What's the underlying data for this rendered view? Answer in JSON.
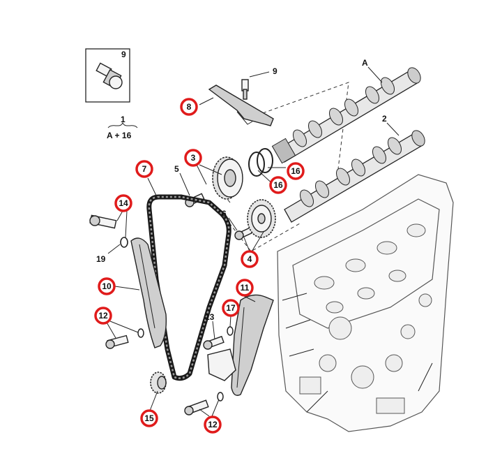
{
  "inset": {
    "label": "9"
  },
  "formula": {
    "number": "1",
    "expression": "A + 16"
  },
  "plain_labels": {
    "bolt_9": "9",
    "camshaft_a": "A",
    "camshaft_2": "2",
    "screw_5": "5",
    "screw_6": "6",
    "ring_19": "19",
    "bolt_13": "13"
  },
  "callouts": {
    "guide_8": "8",
    "sprocket_3": "3",
    "seal_16_upper": "16",
    "seal_16_lower": "16",
    "chain_7": "7",
    "pin_14": "14",
    "sprocket_4": "4",
    "guide_10": "10",
    "tensioner_11": "11",
    "washer_17": "17",
    "bolt_12_left": "12",
    "bolt_12_bottom": "12",
    "crank_sprocket_15": "15"
  },
  "colors": {
    "callout_ring": "#e01b1b",
    "line": "#222222"
  }
}
